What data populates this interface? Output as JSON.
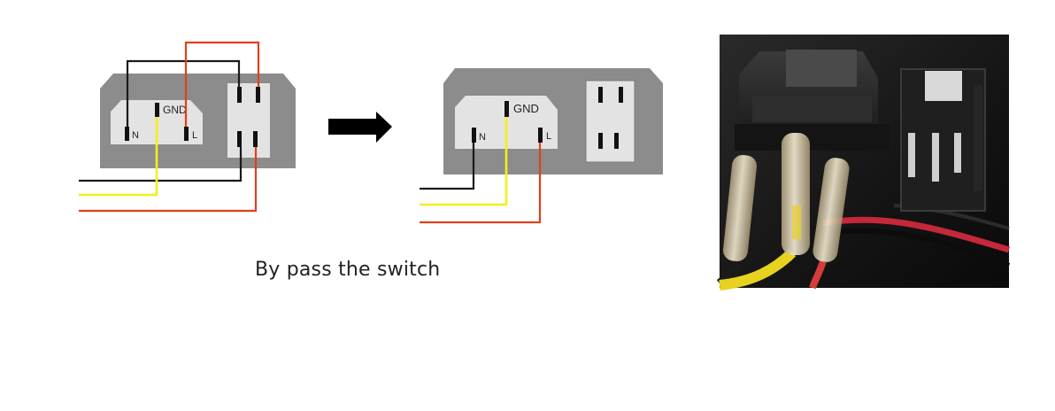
{
  "caption": "By pass the switch",
  "before_diagram": {
    "pins": {
      "neutral": "N",
      "ground": "GND",
      "live": "L"
    }
  },
  "after_diagram": {
    "pins": {
      "neutral": "N",
      "ground": "GND",
      "live": "L"
    }
  },
  "colors": {
    "wire_neutral": "#1a1a1a",
    "wire_ground": "#f5ee1e",
    "wire_live": "#e0401a",
    "module_body": "#8c8c8c",
    "socket_face": "#e3e3e3",
    "arrow": "#000000"
  },
  "icons": {
    "arrow": "right-arrow-icon"
  }
}
